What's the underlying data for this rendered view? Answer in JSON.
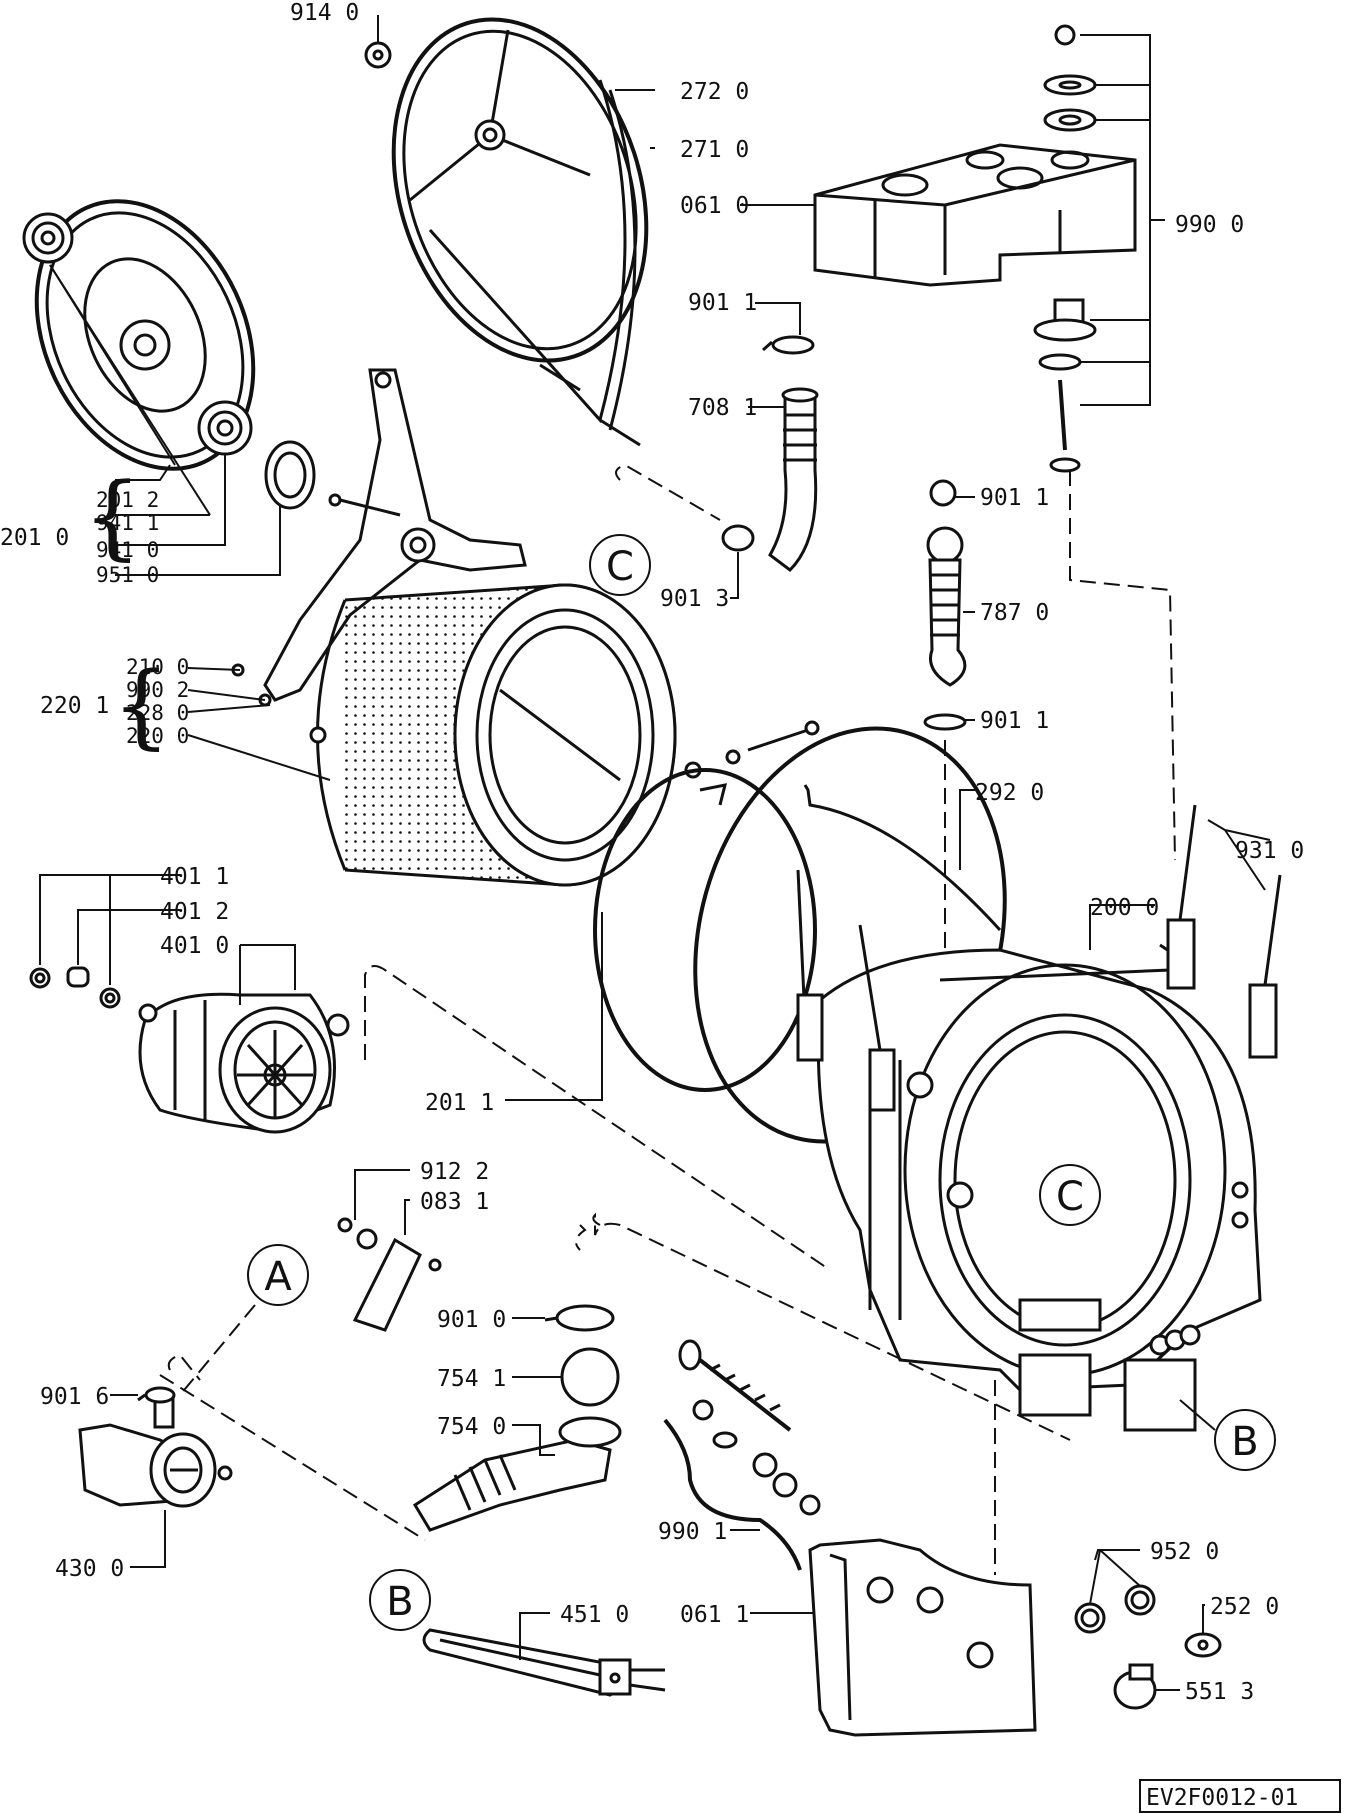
{
  "labels": {
    "l_914_0": "914 0",
    "l_272_0": "272 0",
    "l_271_0": "271 0",
    "l_061_0": "061 0",
    "l_990_0": "990 0",
    "l_901_1a": "901 1",
    "l_708_1": "708 1",
    "l_901_3": "901 3",
    "l_901_1b": "901 1",
    "l_787_0": "787 0",
    "l_901_1c": "901 1",
    "l_201_2": "201 2",
    "l_941_1": "941 1",
    "l_941_0": "941 0",
    "l_951_0": "951 0",
    "l_201_0": "201 0",
    "l_210_0": "210 0",
    "l_990_2": "990 2",
    "l_228_0": "228 0",
    "l_220_0": "220 0",
    "l_220_1": "220 1",
    "l_292_0": "292 0",
    "l_931_0": "931 0",
    "l_200_0": "200 0",
    "l_401_1": "401 1",
    "l_401_2": "401 2",
    "l_401_0": "401 0",
    "l_201_1": "201 1",
    "l_912_2": "912 2",
    "l_083_1": "083 1",
    "l_901_0": "901 0",
    "l_754_1": "754 1",
    "l_754_0": "754 0",
    "l_901_6": "901 6",
    "l_430_0": "430 0",
    "l_990_1": "990 1",
    "l_952_0": "952 0",
    "l_252_0": "252 0",
    "l_451_0": "451 0",
    "l_061_1": "061 1",
    "l_551_3": "551 3"
  },
  "callouts": {
    "c_upper": "C",
    "c_tub": "C",
    "a_pump": "A",
    "b_tub": "B",
    "b_heater": "B"
  },
  "doc_code": "EV2F0012-01",
  "icons": {
    "brace": "{"
  },
  "colors": {
    "ink": "#111111",
    "paper": "#ffffff"
  }
}
